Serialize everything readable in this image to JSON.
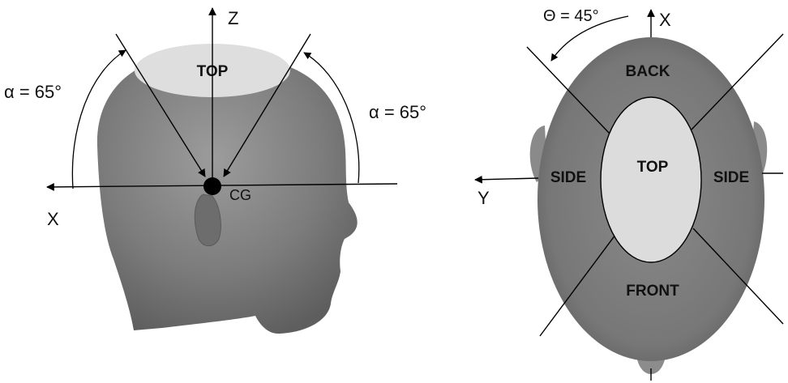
{
  "side_view": {
    "axis_z": "Z",
    "axis_x": "X",
    "cg_label": "CG",
    "region_top": "TOP",
    "angle_left": "α = 65°",
    "angle_right": "α = 65°"
  },
  "top_view": {
    "axis_x": "X",
    "axis_y": "Y",
    "angle_label": "Θ = 45°",
    "region_back": "BACK",
    "region_top": "TOP",
    "region_side_left": "SIDE",
    "region_side_right": "SIDE",
    "region_front": "FRONT"
  },
  "colors": {
    "head_fill": "#777777",
    "head_light": "#9a9a9a",
    "top_region_fill": "#dcdcdc",
    "line_color": "#000000"
  }
}
